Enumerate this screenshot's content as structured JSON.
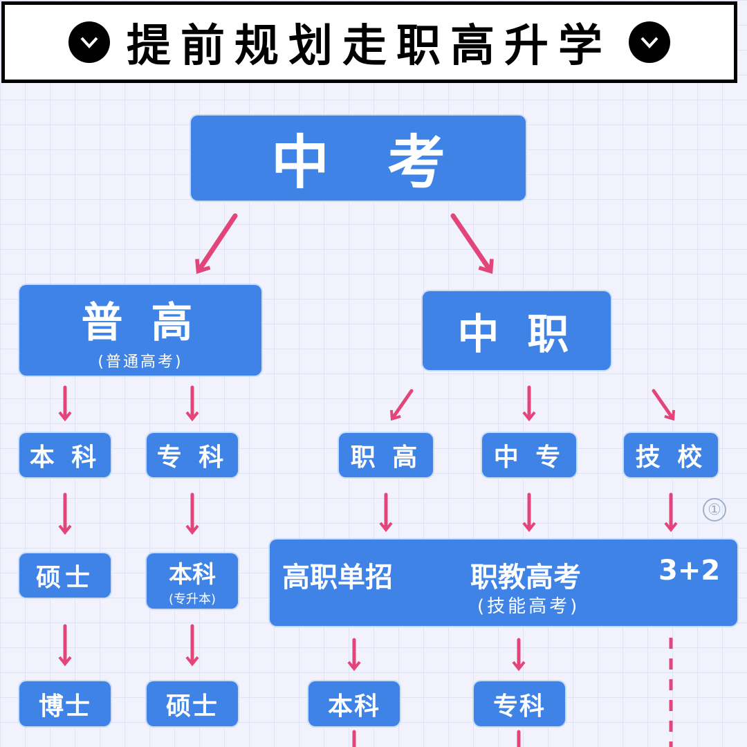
{
  "header": {
    "title": "提前规划走职高升学",
    "left_icon": "chevron-down-icon",
    "right_icon": "chevron-down-icon"
  },
  "root": "中　考",
  "pugao": {
    "title": "普 高",
    "sub": "(普通高考)"
  },
  "zhongzhi": "中 职",
  "level2": [
    "本 科",
    "专 科",
    "职 高",
    "中 专",
    "技 校"
  ],
  "level3": {
    "shuoshi": "硕士",
    "benke": "本科",
    "benke_sub": "(专升本)"
  },
  "exam": {
    "a": "高职单招",
    "b": "职教高考",
    "b_sub": "(技能高考)",
    "c": "3+2",
    "note": "①"
  },
  "level4": [
    "博士",
    "硕士",
    "本科",
    "专科"
  ],
  "colors": {
    "box": "#3f83e6",
    "arrow": "#e2457a"
  }
}
